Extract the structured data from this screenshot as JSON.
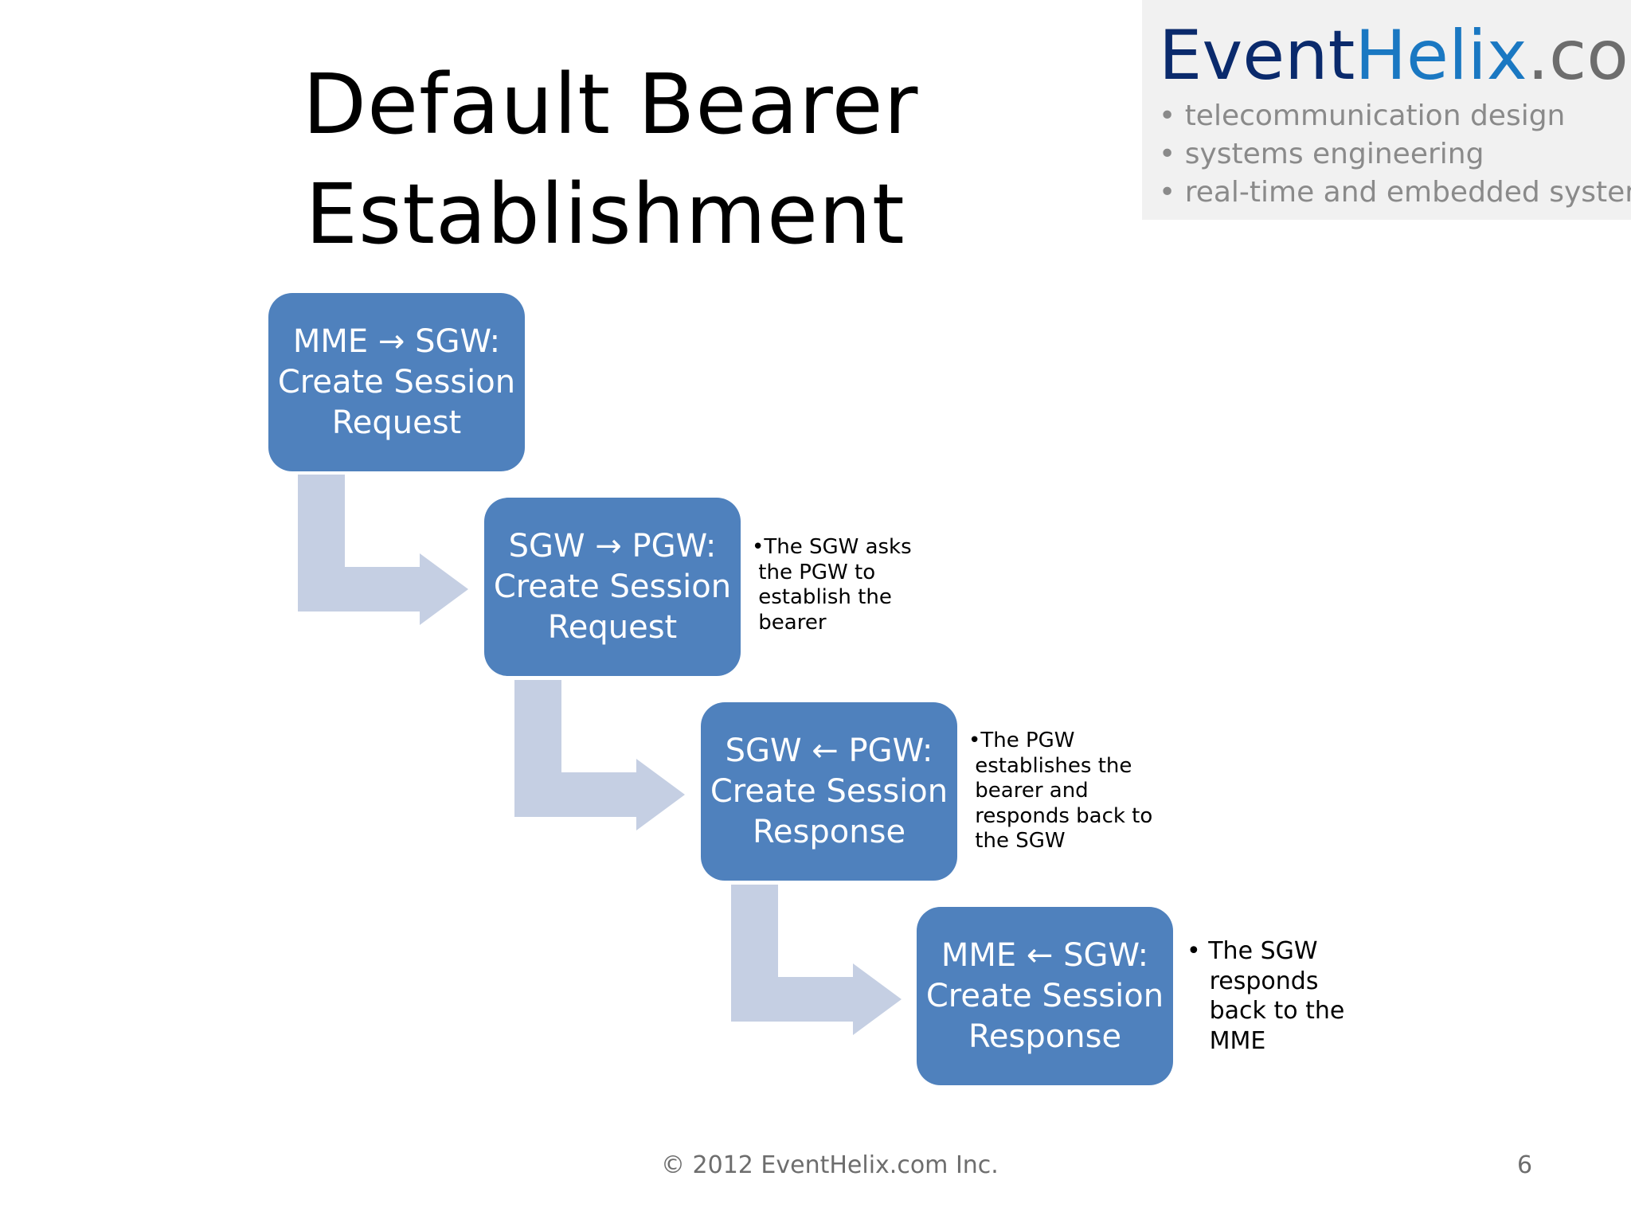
{
  "slide": {
    "title_line1": "Default Bearer",
    "title_line2": "Establishment",
    "footer": "© 2012 EventHelix.com Inc.",
    "page_number": "6"
  },
  "brand": {
    "logo_part1": "Event",
    "logo_part2": "Helix",
    "logo_part3": ".com",
    "taglines": [
      "telecommunication design",
      "systems engineering",
      "real-time and embedded systems"
    ],
    "colors": {
      "panel": "#f1f1f1",
      "event": "#0a2a6c",
      "helix": "#1a78c2",
      "com": "#6d6d6d"
    }
  },
  "steps": [
    {
      "from": "MME",
      "arrow": "→",
      "to": "SGW:",
      "line2": "Create Session",
      "line3": "Request",
      "note": []
    },
    {
      "from": "SGW",
      "arrow": "→",
      "to": "PGW:",
      "line2": "Create Session",
      "line3": "Request",
      "note": [
        "•The SGW asks",
        "the PGW to",
        "establish the",
        "bearer"
      ]
    },
    {
      "from": "SGW",
      "arrow": "←",
      "to": "PGW:",
      "line2": "Create Session",
      "line3": "Response",
      "note": [
        "•The PGW",
        "establishes the",
        "bearer and",
        "responds back to",
        "the SGW"
      ]
    },
    {
      "from": "MME",
      "arrow": "←",
      "to": "SGW:",
      "line2": "Create Session",
      "line3": "Response",
      "note": [
        "• The SGW",
        "responds",
        "back to the",
        "MME"
      ]
    }
  ],
  "colors": {
    "step_box": "#4f81bd",
    "connector": "#c5cfe3"
  }
}
